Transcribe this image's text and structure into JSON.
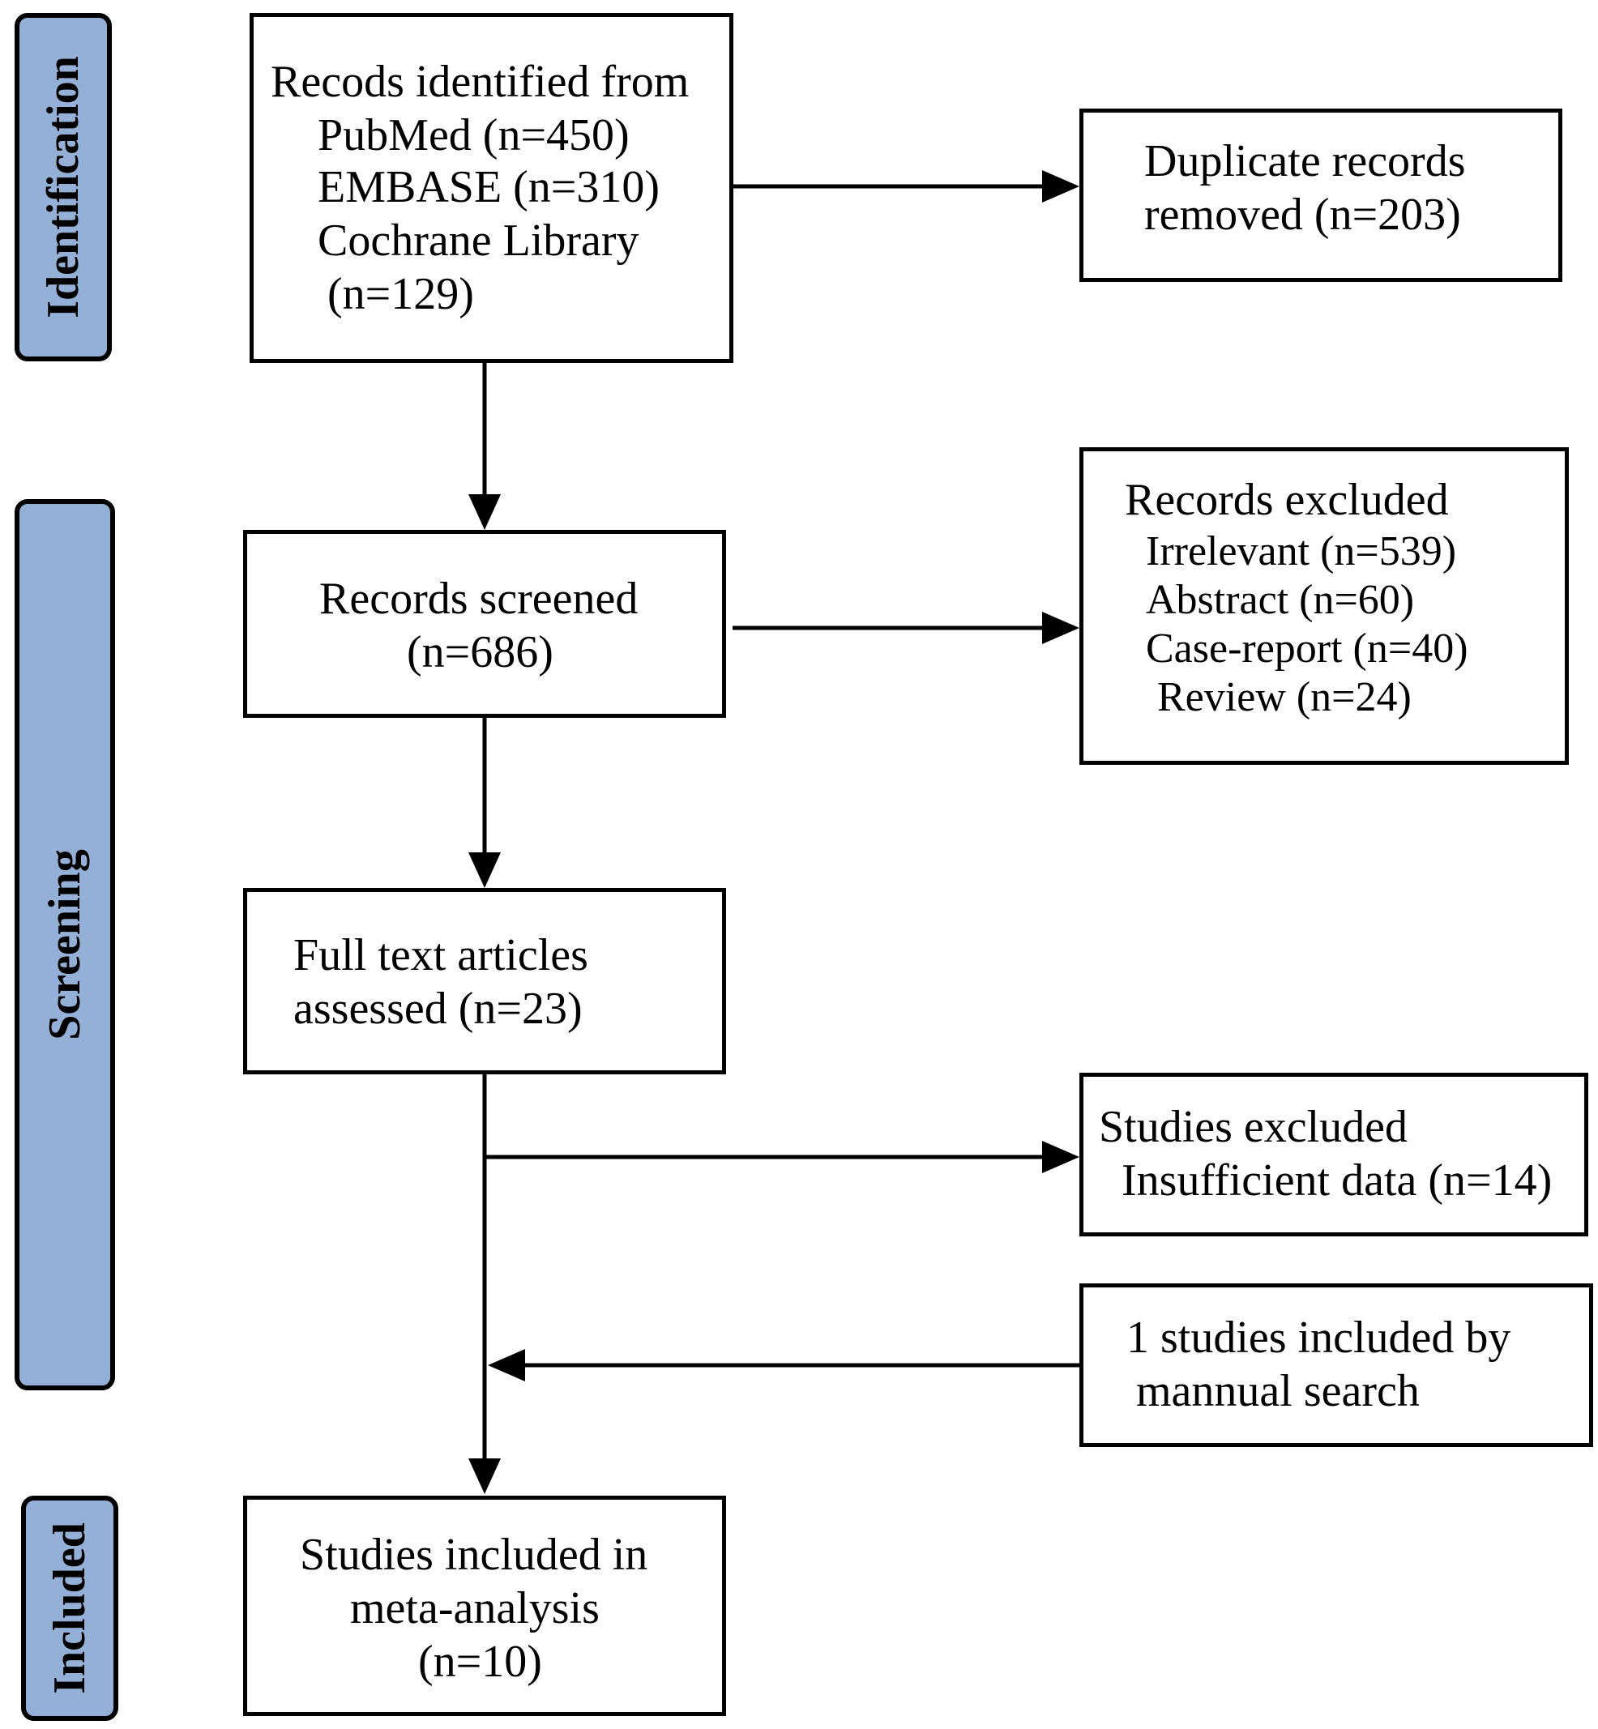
{
  "stages": {
    "identification": "Identification",
    "screening": "Screening",
    "included": "Included"
  },
  "boxes": {
    "identified": {
      "lines": [
        "Recods identified from",
        "PubMed (n=450)",
        "EMBASE (n=310)",
        "Cochrane Library",
        "(n=129)"
      ]
    },
    "duplicates": {
      "lines": [
        "Duplicate records",
        "removed (n=203)"
      ]
    },
    "screened": {
      "lines": [
        "Records screened",
        "(n=686)"
      ]
    },
    "excluded_records": {
      "lines": [
        "Records excluded",
        "Irrelevant (n=539)",
        "Abstract (n=60)",
        "Case-report (n=40)",
        "Review (n=24)"
      ]
    },
    "fulltext": {
      "lines": [
        "Full text articles",
        "assessed (n=23)"
      ]
    },
    "excluded_studies": {
      "lines": [
        "Studies excluded",
        "Insufficient data (n=14)"
      ]
    },
    "manual": {
      "lines": [
        "1 studies included by",
        "mannual search"
      ]
    },
    "included": {
      "lines": [
        "Studies included in",
        "meta-analysis",
        "(n=10)"
      ]
    }
  }
}
